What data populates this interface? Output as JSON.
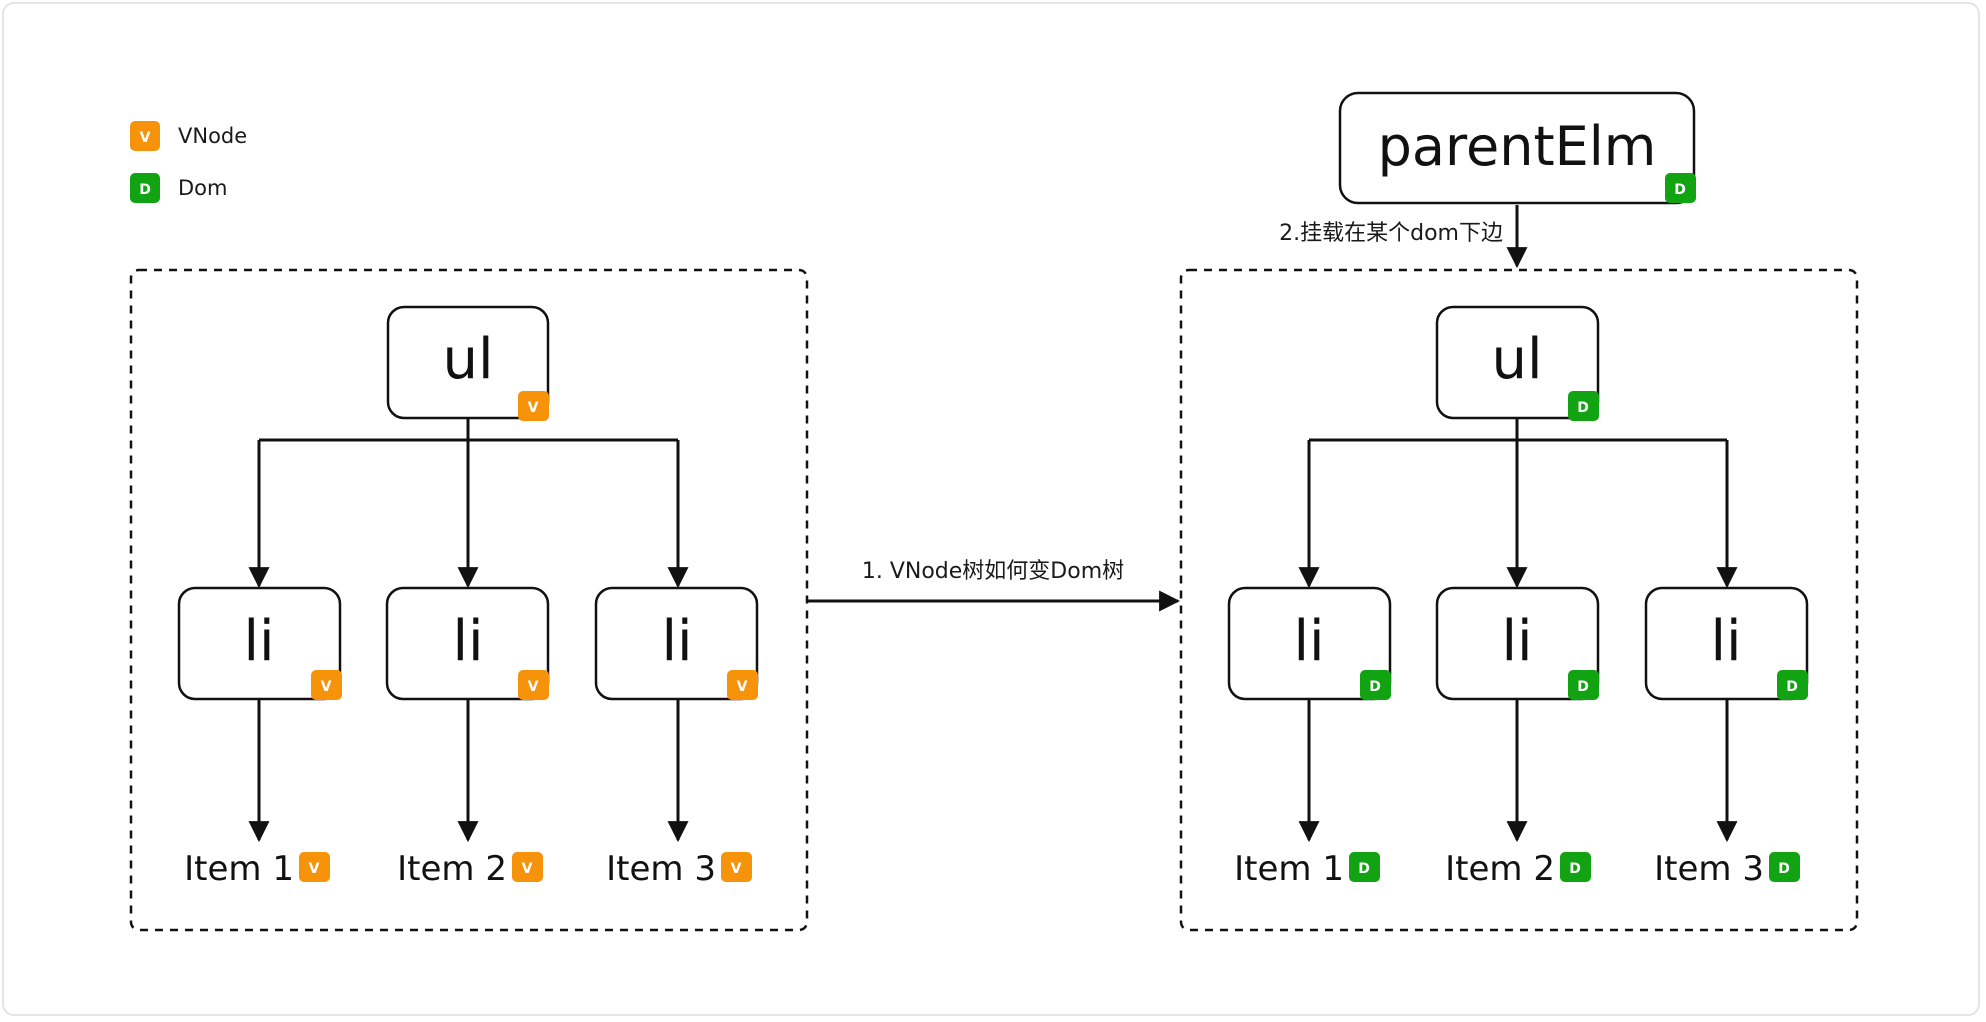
{
  "colors": {
    "vnode": "#f7920b",
    "dom": "#12a312",
    "line": "#111111"
  },
  "legend": {
    "vnode": {
      "badge": "V",
      "label": "VNode"
    },
    "dom": {
      "badge": "D",
      "label": "Dom"
    }
  },
  "parent": {
    "label": "parentElm",
    "badge": "D"
  },
  "left_tree": {
    "root": {
      "label": "ul",
      "badge": "V"
    },
    "children": [
      {
        "label": "li",
        "badge": "V",
        "text": "Item 1",
        "text_badge": "V"
      },
      {
        "label": "li",
        "badge": "V",
        "text": "Item 2",
        "text_badge": "V"
      },
      {
        "label": "li",
        "badge": "V",
        "text": "Item 3",
        "text_badge": "V"
      }
    ]
  },
  "right_tree": {
    "root": {
      "label": "ul",
      "badge": "D"
    },
    "children": [
      {
        "label": "li",
        "badge": "D",
        "text": "Item 1",
        "text_badge": "D"
      },
      {
        "label": "li",
        "badge": "D",
        "text": "Item 2",
        "text_badge": "D"
      },
      {
        "label": "li",
        "badge": "D",
        "text": "Item 3",
        "text_badge": "D"
      }
    ]
  },
  "edges": {
    "transform_label": "1. VNode树如何变Dom树",
    "mount_label": "2.挂载在某个dom下边"
  }
}
